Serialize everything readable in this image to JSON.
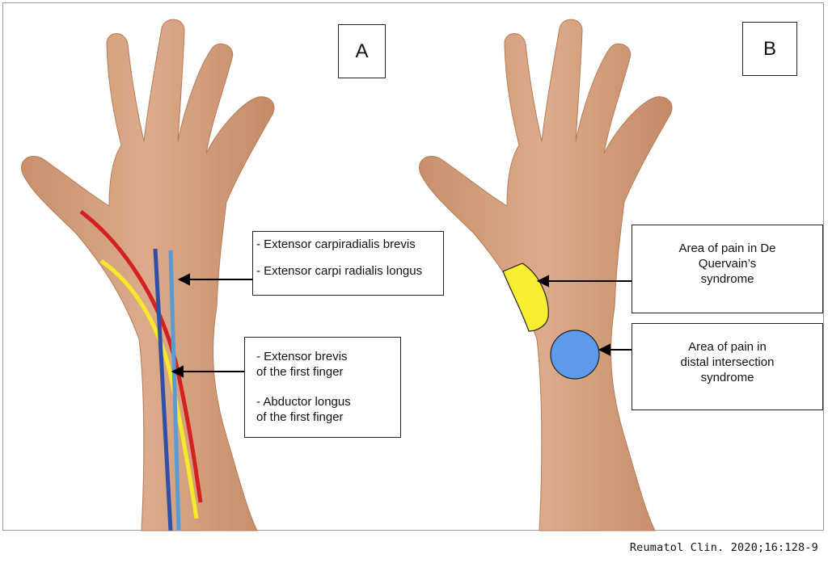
{
  "panels": {
    "a": {
      "letter": "A"
    },
    "b": {
      "letter": "B"
    }
  },
  "panel_a_labels": {
    "radialis": {
      "line1": "- Extensor carpiradialis brevis",
      "line2": "- Extensor carpi radialis longus"
    },
    "first_finger": {
      "line1": "- Extensor brevis",
      "line2": "of the first finger",
      "line3": "- Abductor longus",
      "line4": "of the first finger"
    }
  },
  "panel_b_labels": {
    "quervain": {
      "line1": "Area of pain in De",
      "line2": "Quervain’s",
      "line3": "syndrome"
    },
    "intersection": {
      "line1": "Area of pain in",
      "line2": "distal intersection",
      "line3": "syndrome"
    }
  },
  "tendon_colors": {
    "red": "#d42020",
    "yellow": "#f5ea2a",
    "dark_blue": "#2f4fa8",
    "light_blue": "#5b9bd5"
  },
  "pain_area_colors": {
    "quervain": "#f6ee2e",
    "intersection": "#5b9bea"
  },
  "skin_color": "#d7a27f",
  "citation": "Reumatol Clin. 2020;16:128-9"
}
